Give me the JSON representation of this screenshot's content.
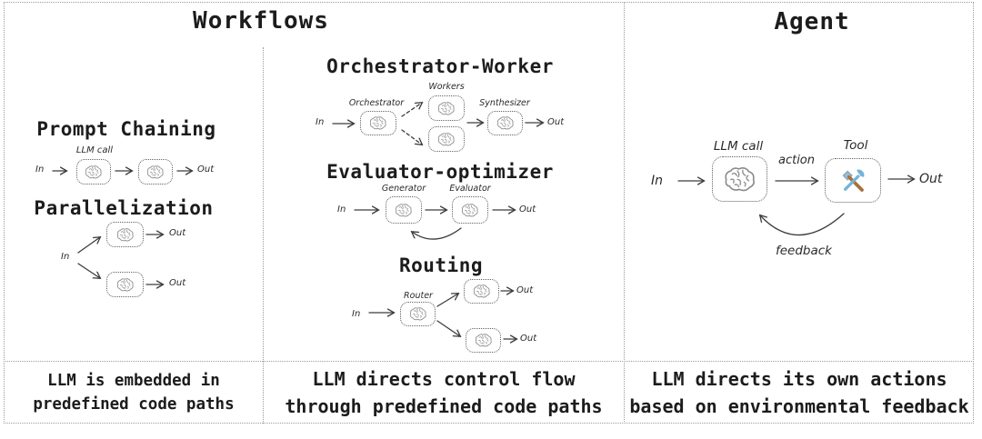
{
  "workflows": {
    "title": "Workflows",
    "prompt_chaining": {
      "title": "Prompt Chaining",
      "llm_call_label": "LLM call",
      "in_label": "In",
      "out_label": "Out"
    },
    "parallelization": {
      "title": "Parallelization",
      "in_label": "In",
      "out_label": "Out"
    },
    "orchestrator_worker": {
      "title": "Orchestrator-Worker",
      "workers_label": "Workers",
      "orchestrator_label": "Orchestrator",
      "synthesizer_label": "Synthesizer",
      "in_label": "In",
      "out_label": "Out"
    },
    "evaluator_optimizer": {
      "title": "Evaluator-optimizer",
      "generator_label": "Generator",
      "evaluator_label": "Evaluator",
      "in_label": "In",
      "out_label": "Out"
    },
    "routing": {
      "title": "Routing",
      "router_label": "Router",
      "in_label": "In",
      "out_label": "Out"
    },
    "caption_left": {
      "line1": "LLM is embedded in",
      "line2": "predefined code paths"
    },
    "caption_middle": {
      "line1": "LLM directs control flow",
      "line2": "through predefined code paths"
    }
  },
  "agent": {
    "title": "Agent",
    "llm_call_label": "LLM call",
    "tool_label": "Tool",
    "action_label": "action",
    "feedback_label": "feedback",
    "in_label": "In",
    "out_label": "Out",
    "caption": {
      "line1": "LLM directs its own actions",
      "line2": "based on environmental feedback"
    }
  },
  "icons": {
    "brain": "brain-icon",
    "tool": "hammer-wrench-icon"
  },
  "colors": {
    "border_gray": "#9b9b9b",
    "node_border": "#606060",
    "ink": "#1c1c1c",
    "sketch": "#8b8b8b",
    "wrench_blue": "#74b3d8",
    "hammer_brown": "#a9713d",
    "hammer_head": "#9fb9cc"
  }
}
